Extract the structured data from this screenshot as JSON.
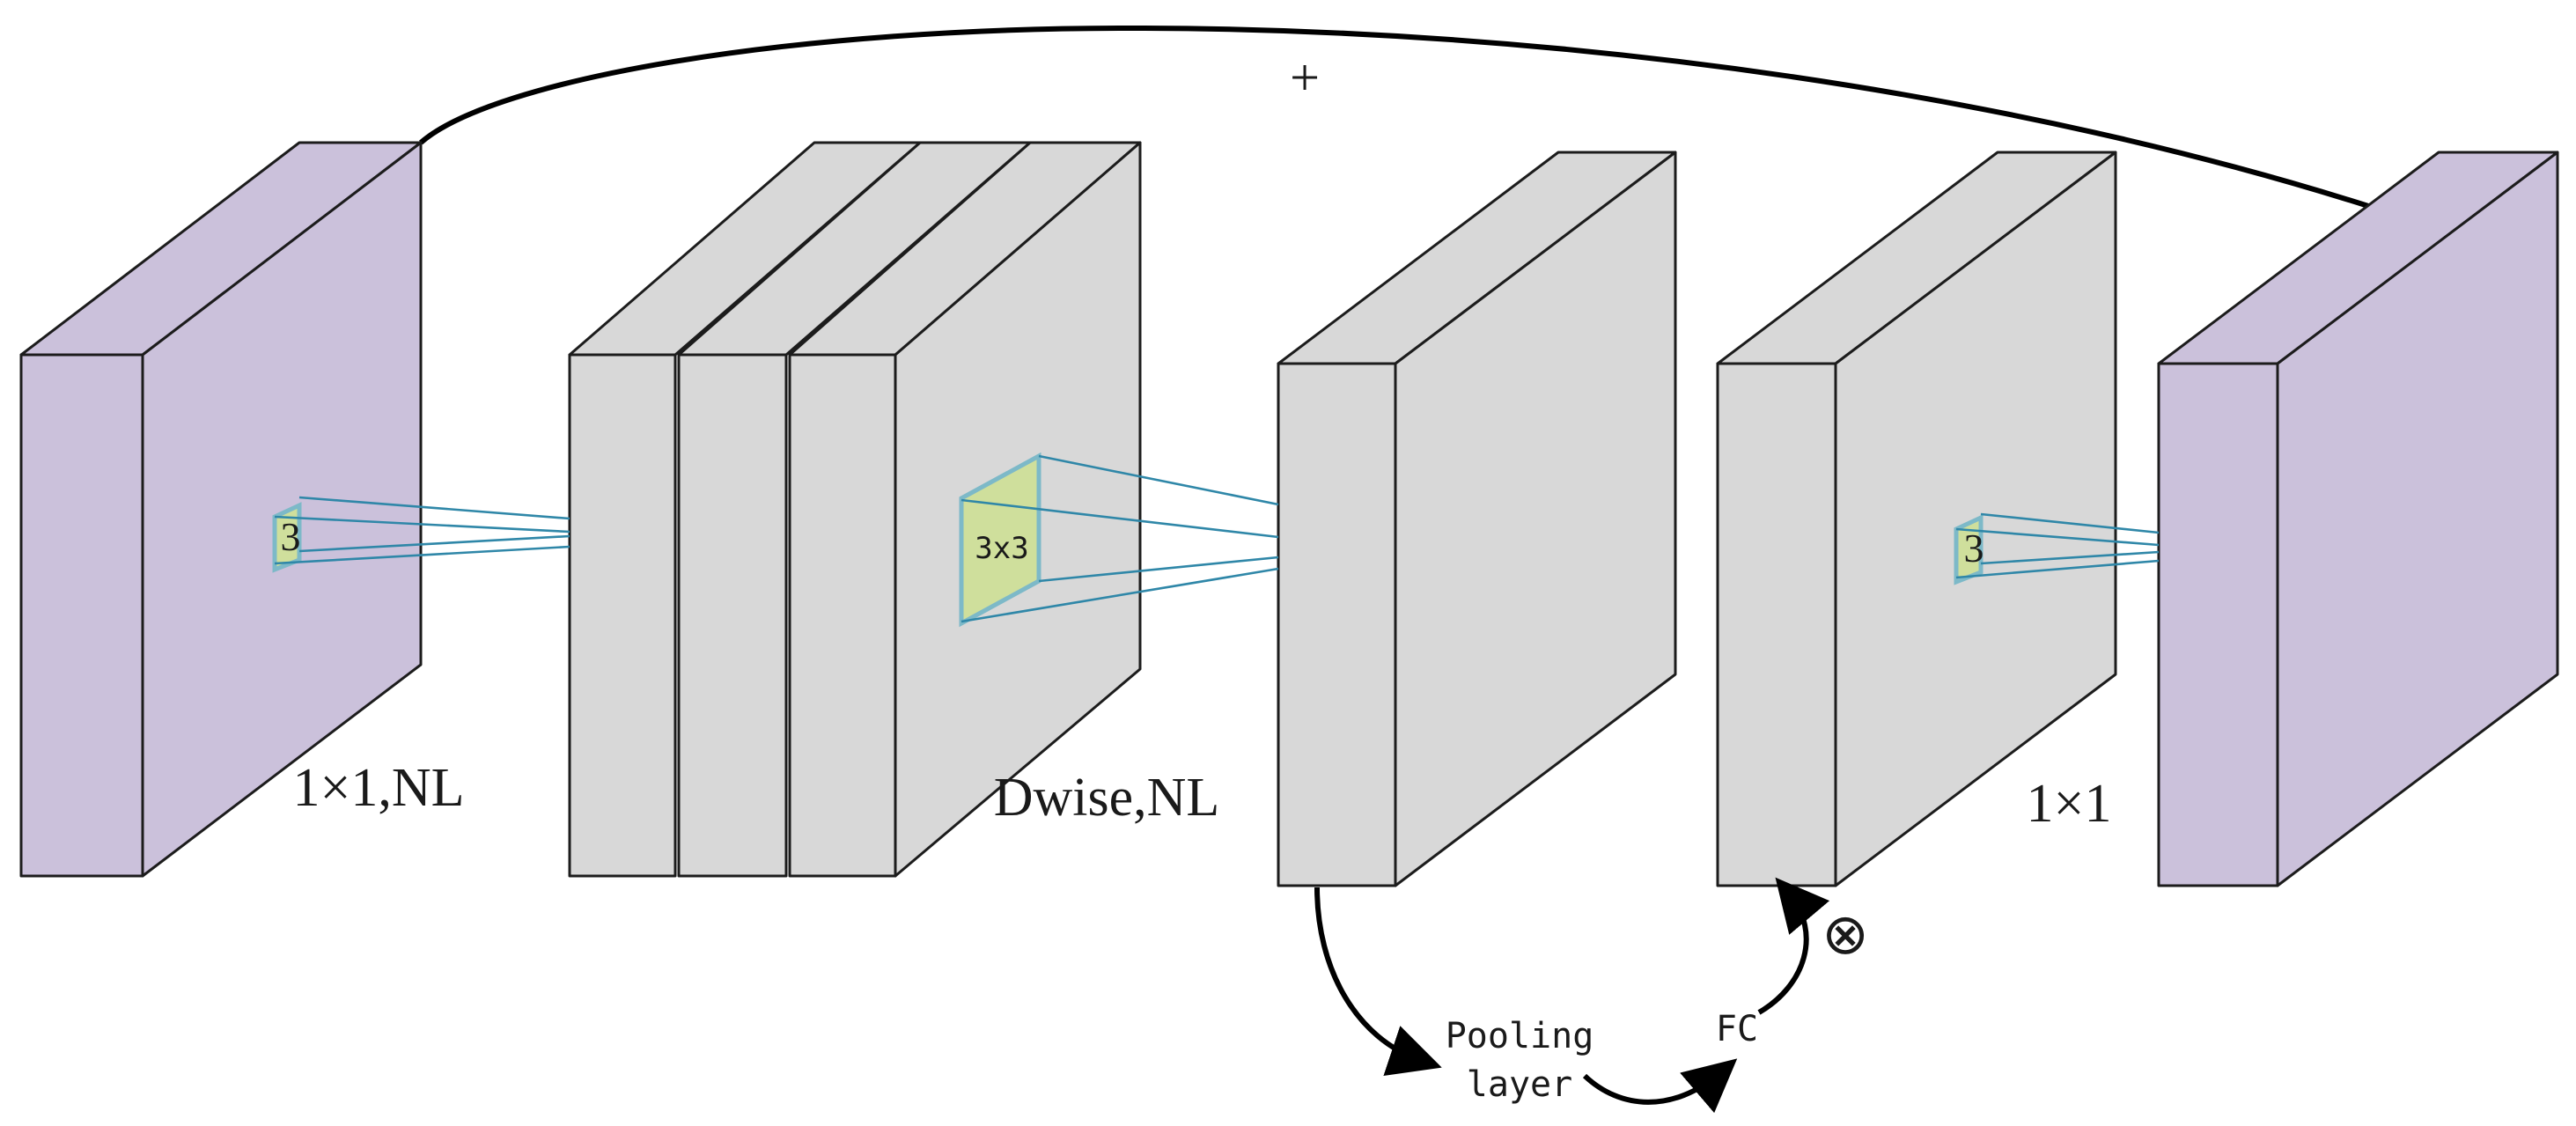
{
  "labels": {
    "plus": "+",
    "expand": "1×1,NL",
    "depthwise": "Dwise,NL",
    "project": "1×1",
    "kernel_left": "3",
    "kernel_mid": "3x3",
    "kernel_right": "3",
    "pooling_line1": "Pooling",
    "pooling_line2": "layer",
    "fc": "FC",
    "multiply": "⊗"
  },
  "colors": {
    "purple_block": "#cbc1db",
    "gray_block": "#d8d8d8",
    "kernel_patch": "#cfdf9c",
    "connection_lines": "#2f87a8"
  }
}
